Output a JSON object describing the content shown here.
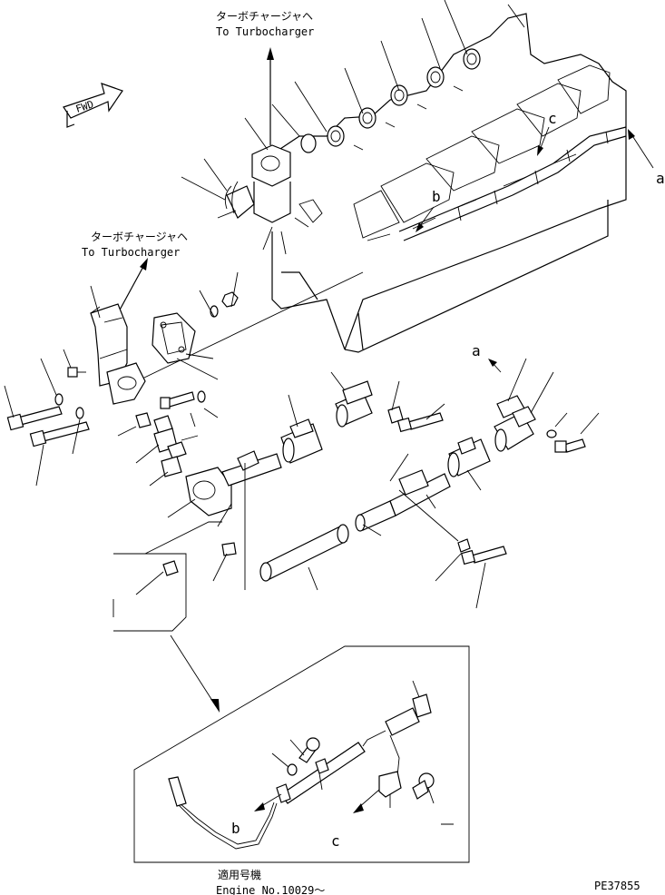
{
  "labels": {
    "turbo_top_jp": "ターボチャージャヘ",
    "turbo_top_en": "To Turbocharger",
    "turbo_left_jp": "ターボチャージャヘ",
    "turbo_left_en": "To Turbocharger",
    "fwd": "FWD",
    "ref_a_top": "a",
    "ref_a_mid": "a",
    "ref_b_top": "b",
    "ref_b_bottom": "b",
    "ref_c_top": "c",
    "ref_c_bottom": "c",
    "serial_jp": "適用号機",
    "serial_en": "Engine No.10029～",
    "drawing_code": "PE37855"
  }
}
